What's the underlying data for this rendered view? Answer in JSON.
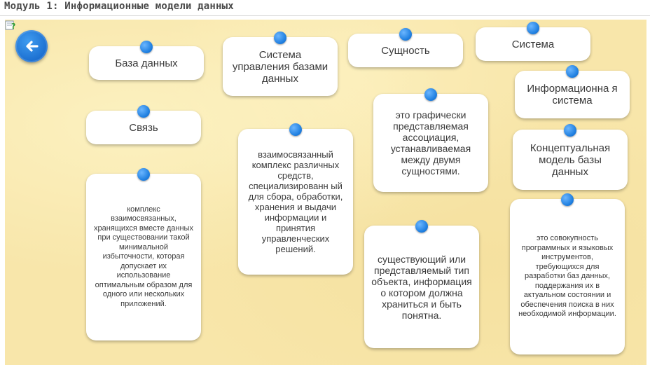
{
  "header": {
    "title": "Модуль 1: Информационные модели данных"
  },
  "icons": {
    "help": "help-icon",
    "back": "arrow-left-icon",
    "pin": "pushpin-icon"
  },
  "colors": {
    "accent": "#1f7fe0",
    "board": "#f8e6aa",
    "card": "#ffffff",
    "text": "#3a3a3a"
  },
  "terms": {
    "database": "База данных",
    "dbms": "Система управления базами данных",
    "entity": "Сущность",
    "system": "Система",
    "relation": "Связь",
    "info_system": "Информационна я система",
    "conceptual_model": "Концептуальная модель базы данных"
  },
  "definitions": {
    "def_database": "комплекс взаимосвязанных, хранящихся вместе данных при существовании такой минимальной избыточности, которая допускает их использование оптимальным образом для одного или нескольких приложений.",
    "def_info_system": "взаимосвязанный комплекс различных средств, специализированн ый для сбора, обработки, хранения и выдачи информации и принятия управленческих решений.",
    "def_relation": "это графически представляемая ассоциация, устанавливаемая между двумя сущностями.",
    "def_entity": "существующий или представляемый тип объекта, информация о котором должна храниться и быть понятна.",
    "def_dbms": "это совокупность программных и языковых инструментов, требующихся для разработки баз данных, поддержания их в актуальном состоянии и обеспечения поиска в них необходимой информации."
  }
}
